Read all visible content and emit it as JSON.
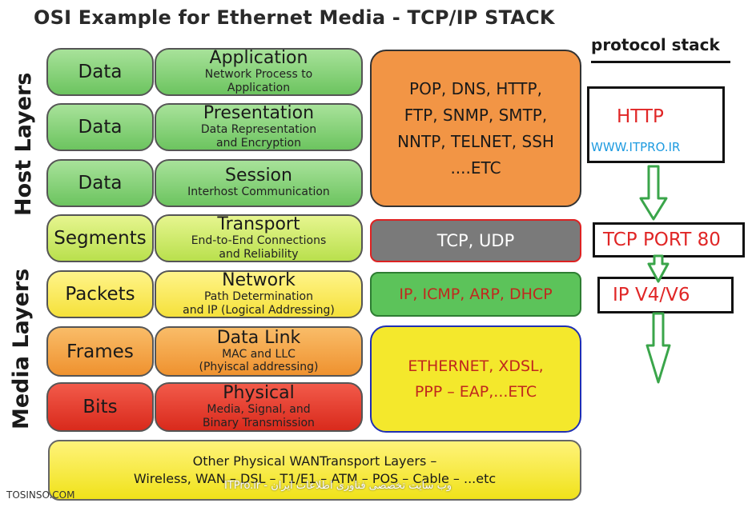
{
  "title": "OSI Example for Ethernet Media - TCP/IP STACK",
  "side_labels": {
    "host": "Host Layers",
    "media": "Media Layers"
  },
  "layers": [
    {
      "unit": "Data",
      "name": "Application",
      "desc": [
        "Network Process to",
        "Application"
      ],
      "color": "#7fcf70"
    },
    {
      "unit": "Data",
      "name": "Presentation",
      "desc": [
        "Data Representation",
        "and Encryption"
      ],
      "color": "#7fcf70"
    },
    {
      "unit": "Data",
      "name": "Session",
      "desc": [
        "Interhost Communication"
      ],
      "color": "#7fcf70"
    },
    {
      "unit": "Segments",
      "name": "Transport",
      "desc": [
        "End-to-End Connections",
        "and Reliability"
      ],
      "color": "#c8e86a"
    },
    {
      "unit": "Packets",
      "name": "Network",
      "desc": [
        "Path Determination",
        "and IP (Logical Addressing)"
      ],
      "color": "#f9ea5a"
    },
    {
      "unit": "Frames",
      "name": "Data Link",
      "desc": [
        "MAC and LLC",
        "(Phyiscal addressing)"
      ],
      "color": "#f4a346"
    },
    {
      "unit": "Bits",
      "name": "Physical",
      "desc": [
        "Media, Signal, and",
        "Binary Transmission"
      ],
      "color": "#e8392a"
    }
  ],
  "protocols": {
    "application": [
      "POP, DNS, HTTP,",
      "FTP, SNMP, SMTP,",
      "NNTP, TELNET, SSH",
      "....ETC"
    ],
    "transport": "TCP, UDP",
    "network": "IP, ICMP, ARP, DHCP",
    "link": [
      "ETHERNET, XDSL,",
      "PPP – EAP,...ETC"
    ]
  },
  "bottom_box": [
    "Other Physical WANTransport Layers –",
    "Wireless, WAN – DSL – T1/E1 – ATM – POS – Cable – ...etc"
  ],
  "protocol_stack": {
    "heading": "protocol stack",
    "http": "HTTP",
    "site": "WWW.ITPRO.IR",
    "tcp": "TCP PORT 80",
    "ip": "IP V4/V6"
  },
  "watermarks": {
    "left": "TOSINSO.COM",
    "center": "ITPro.ir - وب سایت تخصصی فناوری اطلاعات ایران"
  },
  "colors": {
    "arrow": "#3aa54a",
    "stack_text": "#e02626",
    "site_text": "#1e9be0"
  }
}
